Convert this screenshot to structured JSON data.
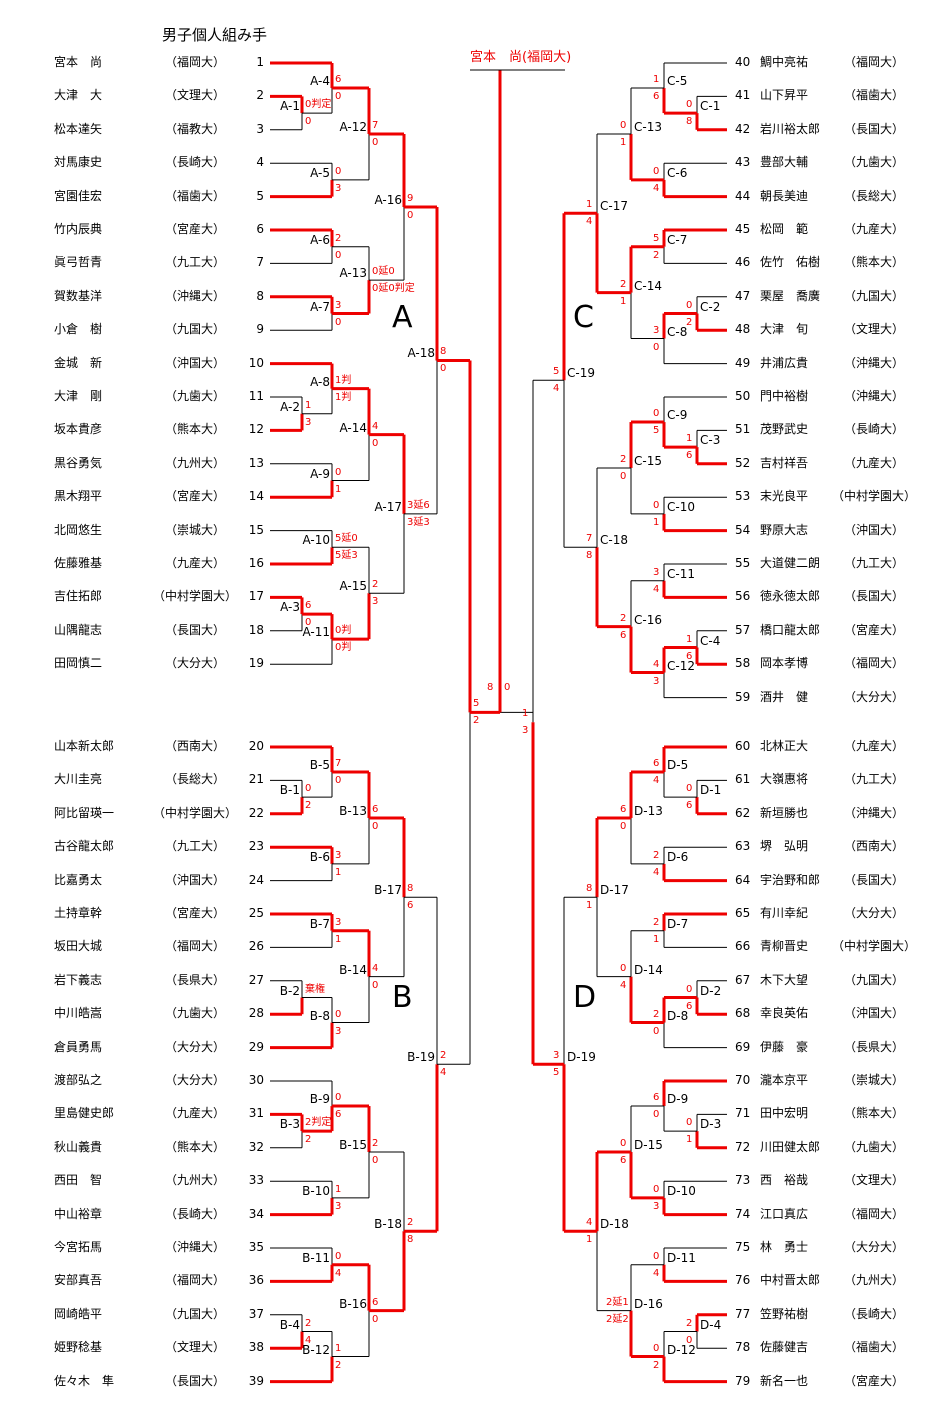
{
  "title": "男子個人組み手",
  "champion": "宮本　尚(福岡大)",
  "colors": {
    "winner_line": "#ee0000",
    "loser_line": "#000000",
    "score": "#ee0000"
  },
  "block_labels": [
    "A",
    "B",
    "C",
    "D"
  ],
  "players": [
    {
      "num": "1",
      "name": "宮本　尚",
      "school": "（福岡大）"
    },
    {
      "num": "2",
      "name": "大津　大",
      "school": "（文理大）"
    },
    {
      "num": "3",
      "name": "松本達矢",
      "school": "（福教大）"
    },
    {
      "num": "4",
      "name": "対馬康史",
      "school": "（長崎大）"
    },
    {
      "num": "5",
      "name": "宮園佳宏",
      "school": "（福歯大）"
    },
    {
      "num": "6",
      "name": "竹内辰典",
      "school": "（宮産大）"
    },
    {
      "num": "7",
      "name": "眞弓哲青",
      "school": "（九工大）"
    },
    {
      "num": "8",
      "name": "賀数基洋",
      "school": "（沖縄大）"
    },
    {
      "num": "9",
      "name": "小倉　樹",
      "school": "（九国大）"
    },
    {
      "num": "10",
      "name": "金城　新",
      "school": "（沖国大）"
    },
    {
      "num": "11",
      "name": "大津　剛",
      "school": "（九歯大）"
    },
    {
      "num": "12",
      "name": "坂本貴彦",
      "school": "（熊本大）"
    },
    {
      "num": "13",
      "name": "黒谷勇気",
      "school": "（九州大）"
    },
    {
      "num": "14",
      "name": "黒木翔平",
      "school": "（宮産大）"
    },
    {
      "num": "15",
      "name": "北岡悠生",
      "school": "（崇城大）"
    },
    {
      "num": "16",
      "name": "佐藤雅基",
      "school": "（九産大）"
    },
    {
      "num": "17",
      "name": "吉住拓郎",
      "school": "（中村学園大）"
    },
    {
      "num": "18",
      "name": "山隅龍志",
      "school": "（長国大）"
    },
    {
      "num": "19",
      "name": "田岡慎二",
      "school": "（大分大）"
    },
    {
      "num": "20",
      "name": "山本新太郎",
      "school": "（西南大）"
    },
    {
      "num": "21",
      "name": "大川圭亮",
      "school": "（長総大）"
    },
    {
      "num": "22",
      "name": "阿比留瑛一",
      "school": "（中村学園大）"
    },
    {
      "num": "23",
      "name": "古谷龍太郎",
      "school": "（九工大）"
    },
    {
      "num": "24",
      "name": "比嘉勇太",
      "school": "（沖国大）"
    },
    {
      "num": "25",
      "name": "土持章幹",
      "school": "（宮産大）"
    },
    {
      "num": "26",
      "name": "坂田大城",
      "school": "（福岡大）"
    },
    {
      "num": "27",
      "name": "岩下義志",
      "school": "（長県大）"
    },
    {
      "num": "28",
      "name": "中川皓嵩",
      "school": "（九歯大）"
    },
    {
      "num": "29",
      "name": "倉員勇馬",
      "school": "（大分大）"
    },
    {
      "num": "30",
      "name": "渡部弘之",
      "school": "（大分大）"
    },
    {
      "num": "31",
      "name": "里島健史郎",
      "school": "（九産大）"
    },
    {
      "num": "32",
      "name": "秋山義貴",
      "school": "（熊本大）"
    },
    {
      "num": "33",
      "name": "西田　智",
      "school": "（九州大）"
    },
    {
      "num": "34",
      "name": "中山裕章",
      "school": "（長崎大）"
    },
    {
      "num": "35",
      "name": "今宮拓馬",
      "school": "（沖縄大）"
    },
    {
      "num": "36",
      "name": "安部真吾",
      "school": "（福岡大）"
    },
    {
      "num": "37",
      "name": "岡崎皓平",
      "school": "（九国大）"
    },
    {
      "num": "38",
      "name": "姫野稔基",
      "school": "（文理大）"
    },
    {
      "num": "39",
      "name": "佐々木　隼",
      "school": "（長国大）"
    },
    {
      "num": "40",
      "name": "鯛中亮祐",
      "school": "（福岡大）"
    },
    {
      "num": "41",
      "name": "山下昇平",
      "school": "（福歯大）"
    },
    {
      "num": "42",
      "name": "岩川裕太郎",
      "school": "（長国大）"
    },
    {
      "num": "43",
      "name": "豊部大輔",
      "school": "（九歯大）"
    },
    {
      "num": "44",
      "name": "朝長美迪",
      "school": "（長総大）"
    },
    {
      "num": "45",
      "name": "松岡　範",
      "school": "（九産大）"
    },
    {
      "num": "46",
      "name": "佐竹　佑樹",
      "school": "（熊本大）"
    },
    {
      "num": "47",
      "name": "栗屋　喬廣",
      "school": "（九国大）"
    },
    {
      "num": "48",
      "name": "大津　旬",
      "school": "（文理大）"
    },
    {
      "num": "49",
      "name": "井浦広貴",
      "school": "（沖縄大）"
    },
    {
      "num": "50",
      "name": "門中裕樹",
      "school": "（沖縄大）"
    },
    {
      "num": "51",
      "name": "茂野武史",
      "school": "（長崎大）"
    },
    {
      "num": "52",
      "name": "吉村祥吾",
      "school": "（九産大）"
    },
    {
      "num": "53",
      "name": "末光良平",
      "school": "（中村学園大）"
    },
    {
      "num": "54",
      "name": "野原大志",
      "school": "（沖国大）"
    },
    {
      "num": "55",
      "name": "大道健二朗",
      "school": "（九工大）"
    },
    {
      "num": "56",
      "name": "徳永徳太郎",
      "school": "（長国大）"
    },
    {
      "num": "57",
      "name": "橋口龍太郎",
      "school": "（宮産大）"
    },
    {
      "num": "58",
      "name": "岡本孝博",
      "school": "（福岡大）"
    },
    {
      "num": "59",
      "name": "酒井　健",
      "school": "（大分大）"
    },
    {
      "num": "60",
      "name": "北林正大",
      "school": "（九産大）"
    },
    {
      "num": "61",
      "name": "大嶺惠将",
      "school": "（九工大）"
    },
    {
      "num": "62",
      "name": "新垣勝也",
      "school": "（沖縄大）"
    },
    {
      "num": "63",
      "name": "堺　弘明",
      "school": "（西南大）"
    },
    {
      "num": "64",
      "name": "宇治野和郎",
      "school": "（長国大）"
    },
    {
      "num": "65",
      "name": "有川幸紀",
      "school": "（大分大）"
    },
    {
      "num": "66",
      "name": "青柳晋史",
      "school": "（中村学園大）"
    },
    {
      "num": "67",
      "name": "木下大望",
      "school": "（九国大）"
    },
    {
      "num": "68",
      "name": "幸良英佑",
      "school": "（沖国大）"
    },
    {
      "num": "69",
      "name": "伊藤　豪",
      "school": "（長県大）"
    },
    {
      "num": "70",
      "name": "瀧本京平",
      "school": "（崇城大）"
    },
    {
      "num": "71",
      "name": "田中宏明",
      "school": "（熊本大）"
    },
    {
      "num": "72",
      "name": "川田健太郎",
      "school": "（九歯大）"
    },
    {
      "num": "73",
      "name": "西　裕哉",
      "school": "（文理大）"
    },
    {
      "num": "74",
      "name": "江口真広",
      "school": "（福岡大）"
    },
    {
      "num": "75",
      "name": "林　勇士",
      "school": "（大分大）"
    },
    {
      "num": "76",
      "name": "中村晋太郎",
      "school": "（九州大）"
    },
    {
      "num": "77",
      "name": "笠野祐樹",
      "school": "（長崎大）"
    },
    {
      "num": "78",
      "name": "佐藤健吉",
      "school": "（福歯大）"
    },
    {
      "num": "79",
      "name": "新名一也",
      "school": "（宮産大）"
    }
  ],
  "matches": [
    {
      "id": "A-1",
      "round": 1,
      "top": "p2",
      "bottom": "p3",
      "winner": "top",
      "st": "0判定",
      "sb": "0"
    },
    {
      "id": "A-2",
      "round": 1,
      "top": "p11",
      "bottom": "p12",
      "winner": "bottom",
      "st": "1",
      "sb": "3"
    },
    {
      "id": "A-3",
      "round": 1,
      "top": "p17",
      "bottom": "p18",
      "winner": "top",
      "st": "6",
      "sb": "0"
    },
    {
      "id": "A-4",
      "round": 2,
      "top": "p1",
      "bottom": "A-1",
      "winner": "top",
      "st": "6",
      "sb": "0"
    },
    {
      "id": "A-5",
      "round": 2,
      "top": "p4",
      "bottom": "p5",
      "winner": "bottom",
      "st": "0",
      "sb": "3"
    },
    {
      "id": "A-6",
      "round": 2,
      "top": "p6",
      "bottom": "p7",
      "winner": "top",
      "st": "2",
      "sb": "0"
    },
    {
      "id": "A-7",
      "round": 2,
      "top": "p8",
      "bottom": "p9",
      "winner": "top",
      "st": "3",
      "sb": "0"
    },
    {
      "id": "A-8",
      "round": 2,
      "top": "p10",
      "bottom": "A-2",
      "winner": "top",
      "st": "1判",
      "sb": "1判"
    },
    {
      "id": "A-9",
      "round": 2,
      "top": "p13",
      "bottom": "p14",
      "winner": "bottom",
      "st": "0",
      "sb": "1"
    },
    {
      "id": "A-10",
      "round": 2,
      "top": "p15",
      "bottom": "p16",
      "winner": "bottom",
      "st": "5延0",
      "sb": "5延3"
    },
    {
      "id": "A-11",
      "round": 2,
      "top": "A-3",
      "bottom": "p19",
      "winner": "top",
      "st": "0判",
      "sb": "0判"
    },
    {
      "id": "A-12",
      "round": 3,
      "top": "A-4",
      "bottom": "A-5",
      "winner": "top",
      "st": "7",
      "sb": "0"
    },
    {
      "id": "A-13",
      "round": 3,
      "top": "A-6",
      "bottom": "A-7",
      "winner": "bottom",
      "st": "0延0",
      "sb": "0延0判定"
    },
    {
      "id": "A-14",
      "round": 3,
      "top": "A-8",
      "bottom": "A-9",
      "winner": "top",
      "st": "4",
      "sb": "0"
    },
    {
      "id": "A-15",
      "round": 3,
      "top": "A-10",
      "bottom": "A-11",
      "winner": "bottom",
      "st": "2",
      "sb": "3"
    },
    {
      "id": "A-16",
      "round": 4,
      "top": "A-12",
      "bottom": "A-13",
      "winner": "top",
      "st": "9",
      "sb": "0"
    },
    {
      "id": "A-17",
      "round": 4,
      "top": "A-14",
      "bottom": "A-15",
      "winner": "top",
      "st": "3延6",
      "sb": "3延3"
    },
    {
      "id": "A-18",
      "round": 5,
      "top": "A-16",
      "bottom": "A-17",
      "winner": "top",
      "st": "8",
      "sb": "0"
    },
    {
      "id": "B-1",
      "round": 1,
      "top": "p21",
      "bottom": "p22",
      "winner": "bottom",
      "st": "0",
      "sb": "2"
    },
    {
      "id": "B-2",
      "round": 1,
      "top": "p27",
      "bottom": "p28",
      "winner": "bottom",
      "st": "棄権",
      "sb": ""
    },
    {
      "id": "B-3",
      "round": 1,
      "top": "p31",
      "bottom": "p32",
      "winner": "top",
      "st": "2判定",
      "sb": "2"
    },
    {
      "id": "B-4",
      "round": 1,
      "top": "p37",
      "bottom": "p38",
      "winner": "bottom",
      "st": "2",
      "sb": "4"
    },
    {
      "id": "B-5",
      "round": 2,
      "top": "p20",
      "bottom": "B-1",
      "winner": "top",
      "st": "7",
      "sb": "0"
    },
    {
      "id": "B-6",
      "round": 2,
      "top": "p23",
      "bottom": "p24",
      "winner": "top",
      "st": "3",
      "sb": "1"
    },
    {
      "id": "B-7",
      "round": 2,
      "top": "p25",
      "bottom": "p26",
      "winner": "top",
      "st": "3",
      "sb": "1"
    },
    {
      "id": "B-8",
      "round": 2,
      "top": "B-2",
      "bottom": "p29",
      "winner": "bottom",
      "st": "0",
      "sb": "3"
    },
    {
      "id": "B-9",
      "round": 2,
      "top": "p30",
      "bottom": "B-3",
      "winner": "bottom",
      "st": "0",
      "sb": "6"
    },
    {
      "id": "B-10",
      "round": 2,
      "top": "p33",
      "bottom": "p34",
      "winner": "bottom",
      "st": "1",
      "sb": "3"
    },
    {
      "id": "B-11",
      "round": 2,
      "top": "p35",
      "bottom": "p36",
      "winner": "bottom",
      "st": "0",
      "sb": "4"
    },
    {
      "id": "B-12",
      "round": 2,
      "top": "B-4",
      "bottom": "p39",
      "winner": "bottom",
      "st": "1",
      "sb": "2"
    },
    {
      "id": "B-13",
      "round": 3,
      "top": "B-5",
      "bottom": "B-6",
      "winner": "top",
      "st": "6",
      "sb": "0"
    },
    {
      "id": "B-14",
      "round": 3,
      "top": "B-7",
      "bottom": "B-8",
      "winner": "top",
      "st": "4",
      "sb": "0"
    },
    {
      "id": "B-15",
      "round": 3,
      "top": "B-9",
      "bottom": "B-10",
      "winner": "top",
      "st": "2",
      "sb": "0"
    },
    {
      "id": "B-16",
      "round": 3,
      "top": "B-11",
      "bottom": "B-12",
      "winner": "top",
      "st": "6",
      "sb": "0"
    },
    {
      "id": "B-17",
      "round": 4,
      "top": "B-13",
      "bottom": "B-14",
      "winner": "top",
      "st": "8",
      "sb": "6"
    },
    {
      "id": "B-18",
      "round": 4,
      "top": "B-15",
      "bottom": "B-16",
      "winner": "bottom",
      "st": "2",
      "sb": "8"
    },
    {
      "id": "B-19",
      "round": 5,
      "top": "B-17",
      "bottom": "B-18",
      "winner": "bottom",
      "st": "2",
      "sb": "4"
    },
    {
      "id": "C-1",
      "round": 1,
      "top": "p41",
      "bottom": "p42",
      "winner": "bottom",
      "st": "0",
      "sb": "8"
    },
    {
      "id": "C-2",
      "round": 1,
      "top": "p47",
      "bottom": "p48",
      "winner": "bottom",
      "st": "0",
      "sb": "2"
    },
    {
      "id": "C-3",
      "round": 1,
      "top": "p51",
      "bottom": "p52",
      "winner": "bottom",
      "st": "1",
      "sb": "6"
    },
    {
      "id": "C-4",
      "round": 1,
      "top": "p57",
      "bottom": "p58",
      "winner": "bottom",
      "st": "1",
      "sb": "6"
    },
    {
      "id": "C-5",
      "round": 2,
      "top": "p40",
      "bottom": "C-1",
      "winner": "bottom",
      "st": "1",
      "sb": "6"
    },
    {
      "id": "C-6",
      "round": 2,
      "top": "p43",
      "bottom": "p44",
      "winner": "bottom",
      "st": "0",
      "sb": "4"
    },
    {
      "id": "C-7",
      "round": 2,
      "top": "p45",
      "bottom": "p46",
      "winner": "top",
      "st": "5",
      "sb": "2"
    },
    {
      "id": "C-8",
      "round": 2,
      "top": "C-2",
      "bottom": "p49",
      "winner": "top",
      "st": "3",
      "sb": "0"
    },
    {
      "id": "C-9",
      "round": 2,
      "top": "p50",
      "bottom": "C-3",
      "winner": "bottom",
      "st": "0",
      "sb": "5"
    },
    {
      "id": "C-10",
      "round": 2,
      "top": "p53",
      "bottom": "p54",
      "winner": "bottom",
      "st": "0",
      "sb": "1"
    },
    {
      "id": "C-11",
      "round": 2,
      "top": "p55",
      "bottom": "p56",
      "winner": "bottom",
      "st": "3",
      "sb": "4"
    },
    {
      "id": "C-12",
      "round": 2,
      "top": "C-4",
      "bottom": "p59",
      "winner": "top",
      "st": "4",
      "sb": "3"
    },
    {
      "id": "C-13",
      "round": 3,
      "top": "C-5",
      "bottom": "C-6",
      "winner": "bottom",
      "st": "0",
      "sb": "1"
    },
    {
      "id": "C-14",
      "round": 3,
      "top": "C-7",
      "bottom": "C-8",
      "winner": "top",
      "st": "2",
      "sb": "1"
    },
    {
      "id": "C-15",
      "round": 3,
      "top": "C-9",
      "bottom": "C-10",
      "winner": "top",
      "st": "2",
      "sb": "0"
    },
    {
      "id": "C-16",
      "round": 3,
      "top": "C-11",
      "bottom": "C-12",
      "winner": "bottom",
      "st": "2",
      "sb": "6"
    },
    {
      "id": "C-17",
      "round": 4,
      "top": "C-13",
      "bottom": "C-14",
      "winner": "bottom",
      "st": "1",
      "sb": "4"
    },
    {
      "id": "C-18",
      "round": 4,
      "top": "C-15",
      "bottom": "C-16",
      "winner": "bottom",
      "st": "7",
      "sb": "8"
    },
    {
      "id": "C-19",
      "round": 5,
      "top": "C-17",
      "bottom": "C-18",
      "winner": "top",
      "st": "5",
      "sb": "4"
    },
    {
      "id": "D-1",
      "round": 1,
      "top": "p61",
      "bottom": "p62",
      "winner": "bottom",
      "st": "0",
      "sb": "6"
    },
    {
      "id": "D-2",
      "round": 1,
      "top": "p67",
      "bottom": "p68",
      "winner": "bottom",
      "st": "0",
      "sb": "6"
    },
    {
      "id": "D-3",
      "round": 1,
      "top": "p71",
      "bottom": "p72",
      "winner": "bottom",
      "st": "0",
      "sb": "1"
    },
    {
      "id": "D-4",
      "round": 1,
      "top": "p77",
      "bottom": "p78",
      "winner": "top",
      "st": "2",
      "sb": "0"
    },
    {
      "id": "D-5",
      "round": 2,
      "top": "p60",
      "bottom": "D-1",
      "winner": "top",
      "st": "6",
      "sb": "4"
    },
    {
      "id": "D-6",
      "round": 2,
      "top": "p63",
      "bottom": "p64",
      "winner": "bottom",
      "st": "2",
      "sb": "4"
    },
    {
      "id": "D-7",
      "round": 2,
      "top": "p65",
      "bottom": "p66",
      "winner": "top",
      "st": "2",
      "sb": "1"
    },
    {
      "id": "D-8",
      "round": 2,
      "top": "D-2",
      "bottom": "p69",
      "winner": "top",
      "st": "2",
      "sb": "0"
    },
    {
      "id": "D-9",
      "round": 2,
      "top": "p70",
      "bottom": "D-3",
      "winner": "top",
      "st": "6",
      "sb": "0"
    },
    {
      "id": "D-10",
      "round": 2,
      "top": "p73",
      "bottom": "p74",
      "winner": "bottom",
      "st": "0",
      "sb": "3"
    },
    {
      "id": "D-11",
      "round": 2,
      "top": "p75",
      "bottom": "p76",
      "winner": "bottom",
      "st": "0",
      "sb": "4"
    },
    {
      "id": "D-12",
      "round": 2,
      "top": "D-4",
      "bottom": "p79",
      "winner": "bottom",
      "st": "0",
      "sb": "2"
    },
    {
      "id": "D-13",
      "round": 3,
      "top": "D-5",
      "bottom": "D-6",
      "winner": "top",
      "st": "6",
      "sb": "0"
    },
    {
      "id": "D-14",
      "round": 3,
      "top": "D-7",
      "bottom": "D-8",
      "winner": "bottom",
      "st": "0",
      "sb": "4"
    },
    {
      "id": "D-15",
      "round": 3,
      "top": "D-9",
      "bottom": "D-10",
      "winner": "bottom",
      "st": "0",
      "sb": "6"
    },
    {
      "id": "D-16",
      "round": 3,
      "top": "D-11",
      "bottom": "D-12",
      "winner": "bottom",
      "st": "2延1",
      "sb": "2延2"
    },
    {
      "id": "D-17",
      "round": 4,
      "top": "D-13",
      "bottom": "D-14",
      "winner": "top",
      "st": "8",
      "sb": "1"
    },
    {
      "id": "D-18",
      "round": 4,
      "top": "D-15",
      "bottom": "D-16",
      "winner": "top",
      "st": "4",
      "sb": "1"
    },
    {
      "id": "D-19",
      "round": 5,
      "top": "D-17",
      "bottom": "D-18",
      "winner": "bottom",
      "st": "3",
      "sb": "5"
    },
    {
      "id": "SF-L",
      "round": 6,
      "top": "A-18",
      "bottom": "B-19",
      "winner": "top",
      "st": "5",
      "sb": "2",
      "hide_label": true
    },
    {
      "id": "SF-R",
      "round": 6,
      "top": "C-19",
      "bottom": "D-19",
      "winner": "bottom",
      "st": "1",
      "sb": "3",
      "hide_label": true
    },
    {
      "id": "F",
      "round": 7,
      "top": "SF-L",
      "bottom": "SF-R",
      "winner": "top",
      "st": "8",
      "sb": "0",
      "hide_label": true
    }
  ]
}
